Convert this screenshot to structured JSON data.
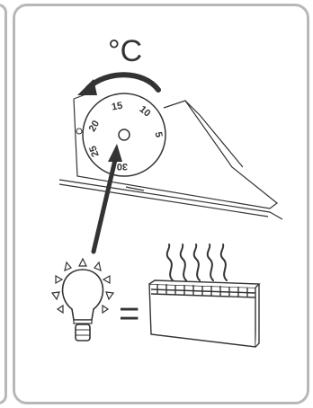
{
  "unit_label": "°C",
  "dial": {
    "numbers": [
      "15",
      "10",
      "5",
      "20",
      "25",
      "30"
    ]
  },
  "equals_sign": "=",
  "colors": {
    "frame": "#b8b8b8",
    "ink": "#333333"
  }
}
